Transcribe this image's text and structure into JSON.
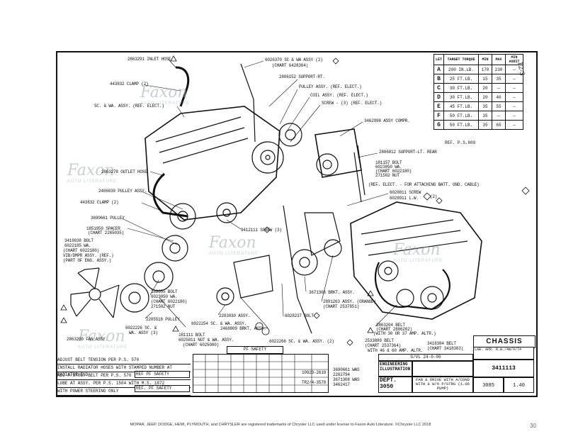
{
  "callouts": [
    "2863291 INLET HOSE",
    "443832 CLAMP (2)",
    "SC. & WA. ASSY. (REF. ELECT.)",
    "6026370 SC & WA ASSY (2)",
    "(CHART 6428384)",
    "2806152 SUPPORT-RT.",
    "PULLEY ASSY. (REF. ELECT.)",
    "COIL ASSY. (REF. ELECT.)",
    "SCREW - (3) (REF. ELECT.)",
    "3462998 ASSY COMPR.",
    "2806812 SUPPORT-LT. REAR",
    "181157 BOLT",
    "6023050 WA.",
    "(CHART 6022180)",
    "271502 NUT",
    "2863278 OUTLET HOSE",
    "2406039 PULLEY ASSY.",
    "443832 CLAMP (2)",
    "3690661 PULLEY",
    "1851959 SPACER",
    "(CHART 2265035)",
    "(REF. ELECT. - FOR ATTACHING BATT. GND. CABLE)",
    "6028811 SCREW",
    "6028911 L.W.",
    "(2)",
    "9412111 SCREW (3)",
    "3419038 BOLT",
    "6022185 WA.",
    "(CHART 6022180)",
    "VIB/DMPR ASSY. (REF.)",
    "(PART OF ENG. ASSY.)",
    "189655 BOLT",
    "6023050 WA.",
    "(CHART 6022180)",
    "271502 NUT",
    "2205518 PULLEY",
    "6022226 SC. &",
    "WA. ASSY (3)",
    "2863200 FAN ASSY.",
    "2203030 ASSY.",
    "6022254 SC. & WA. ASSY.",
    "2468809 BRKT. ASSY.",
    "6028237 BOLT",
    "3671308 BRKT. ASSY.",
    "2891263 ASSY. (ORANGE)",
    "(CHART 2537851)",
    "181111 BOLT",
    "6025011 NUT & WA. ASSY.",
    "(CHART 6025000)",
    "6022266 SC. & WA. ASSY. (2)",
    "2863204 BELT",
    "(CHART 2806202)",
    "(WITH 30 OR 37 AMP. ALTR.)",
    "2533889 BELT",
    "(CHART 2537364)",
    "WITH 46 & 60 AMP. ALTR.",
    "3418384 BELT",
    "(CHART 3418383)"
  ],
  "torque_table": {
    "headers": [
      "LET",
      "TARGET TORQUE",
      "MIN",
      "MAX",
      "MIN AUDIT"
    ],
    "rows": [
      {
        "let": "A",
        "torque": "200 IN.LB.",
        "min": "170",
        "max": "230",
        "audit": "—"
      },
      {
        "let": "B",
        "torque": "25 FT.LB.",
        "min": "15",
        "max": "35",
        "audit": "—"
      },
      {
        "let": "C",
        "torque": "30 FT.LB.",
        "min": "20",
        "max": "—",
        "audit": "—"
      },
      {
        "let": "D",
        "torque": "30 FT.LB.",
        "min": "20",
        "max": "40",
        "audit": "—"
      },
      {
        "let": "E",
        "torque": "45 FT.LB.",
        "min": "35",
        "max": "55",
        "audit": "—"
      },
      {
        "let": "F",
        "torque": "50 FT.LB.",
        "min": "35",
        "max": "—",
        "audit": "—"
      },
      {
        "let": "G",
        "torque": "50 FT.LB.",
        "min": "35",
        "max": "65",
        "audit": "—"
      }
    ],
    "ref": "REF. P.S.809"
  },
  "handwritten_note": "12-3",
  "title_block": {
    "chassis": "CHASSIS",
    "pf_safety": "PF SAFETY",
    "notes": [
      "ADJUST BELT TENSION PER P.S. 570",
      "INSTALL RADIATOR HOSES WITH STAMPED NUMBER AT RADIATOR END",
      "ADJ P/STRG. BELT PER P.S. 570",
      "LUBE AT ASSY. PER P.S. 1504 WITH M.S. 1872",
      "WITH POWER STEERING ONLY"
    ],
    "ref_pf_safety": "REF PF SAFETY",
    "ref_pf_safety2": "REF. PF SAFETY",
    "revisions": [
      "10923-2618",
      "3690661 WAS",
      "2202794",
      "TR2/4-3578",
      "3671308 WAS",
      "3462417"
    ],
    "gvl": "G/VL 24-0-00",
    "illustration": "ENGINEERING ILLUSTRATION",
    "dept": "DEPT. 3050",
    "description": "FAN & DRIVE WITH A/COND WITH & W/O P/STRG (1.06 PUMP)",
    "number": "3411113",
    "sheet": "1.40",
    "sheet_no": "3085",
    "lab": "LAB. APR. R.W./4m/4/74"
  },
  "footer": "MOPAR, JEEP, DODGE, HEMI, PLYMOUTH, and CHRYSLER are registered trademarks of Chrysler LLC used under license to Faxon Auto Literature. ©Chrysler LLC 2018",
  "page_number": "30",
  "watermark": {
    "brand": "Faxon",
    "tag": "AUTO LITERATURE"
  }
}
